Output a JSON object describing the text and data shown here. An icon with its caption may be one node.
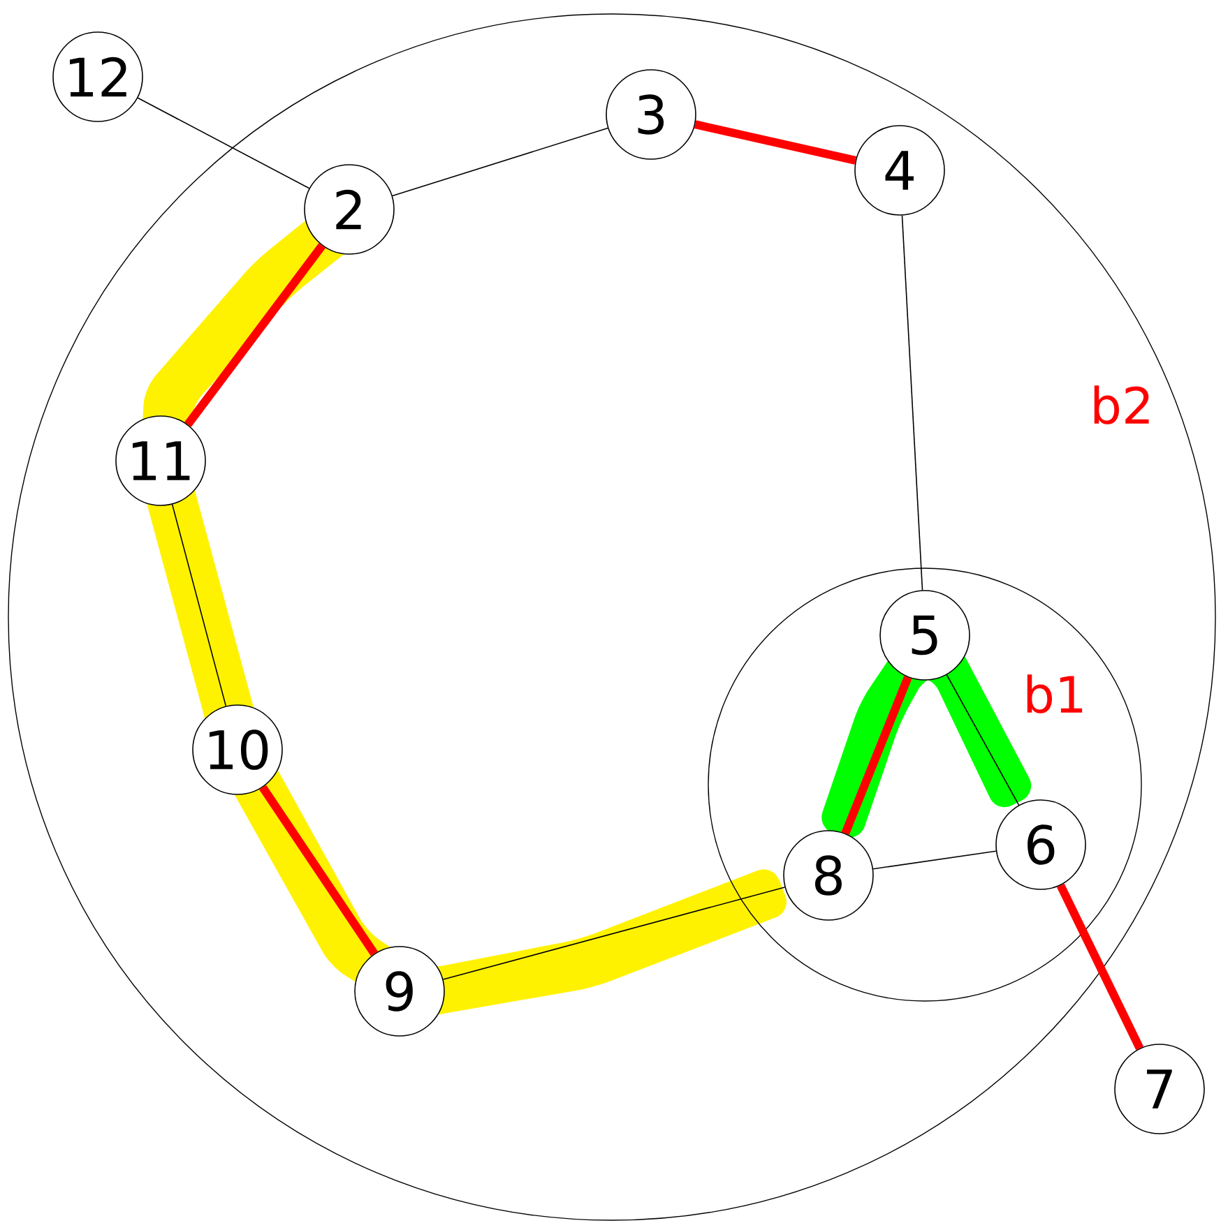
{
  "diagram": {
    "nodes": [
      {
        "text": [
          "b2"
        ]
      },
      {
        "text": [
          "b1"
        ],
        "in": 0
      },
      {
        "text": [
          "12"
        ]
      },
      {
        "text": [
          "2"
        ],
        "in": 0
      },
      {
        "text": [
          "3"
        ],
        "in": 0
      },
      {
        "text": [
          "4"
        ],
        "in": 0
      },
      {
        "text": [
          "11"
        ],
        "in": 0
      },
      {
        "text": [
          "5"
        ],
        "in": 1
      },
      {
        "text": [
          "10"
        ],
        "in": 0
      },
      {
        "text": [
          "6"
        ],
        "in": 1
      },
      {
        "text": [
          "8"
        ],
        "in": 1
      },
      {
        "text": [
          "9"
        ],
        "in": 0
      },
      {
        "text": [
          "7"
        ]
      }
    ],
    "edges": [
      {
        "from": 2,
        "to": 3,
        "arrow": "none"
      },
      {
        "from": 3,
        "to": 4,
        "arrow": "none"
      },
      {
        "from": 4,
        "to": 5,
        "arrow": "none",
        "style": "thick",
        "color": "#ff0000"
      },
      {
        "from": 3,
        "to": 6,
        "arrow": "none",
        "style": "thick",
        "color": "#ff0000"
      },
      {
        "from": 5,
        "to": 7,
        "arrow": "none"
      },
      {
        "from": 6,
        "to": 8,
        "arrow": "none"
      },
      {
        "from": 7,
        "to": 10,
        "arrow": "none",
        "style": "thick",
        "color": "#ff0000"
      },
      {
        "from": 7,
        "to": 9,
        "arrow": "none"
      },
      {
        "from": 8,
        "to": 11,
        "arrow": "none",
        "style": "thick",
        "color": "#ff0000"
      },
      {
        "from": 10,
        "to": 9,
        "arrow": "none"
      },
      {
        "from": 11,
        "to": 10,
        "arrow": "none"
      },
      {
        "from": 9,
        "to": 12,
        "arrow": "none",
        "style": "thick",
        "color": "#ff0000"
      }
    ]
  }
}
